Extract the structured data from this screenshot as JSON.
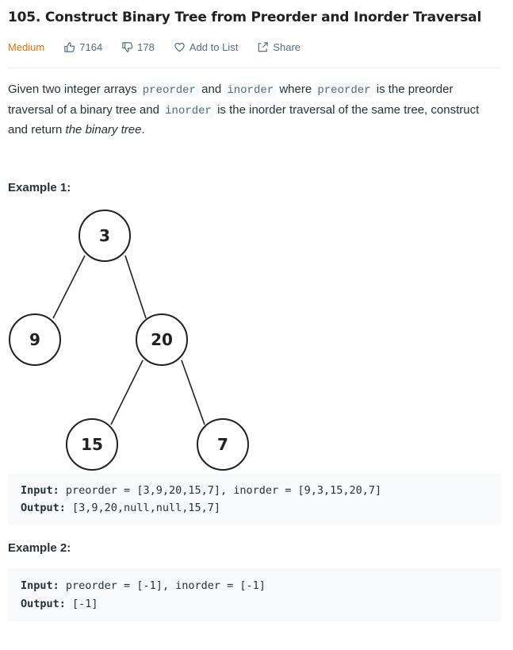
{
  "problem": {
    "title": "105. Construct Binary Tree from Preorder and Inorder Traversal",
    "difficulty": "Medium",
    "likes": "7164",
    "dislikes": "178",
    "add_to_list": "Add to List",
    "share": "Share"
  },
  "description": {
    "p1": "Given two integer arrays ",
    "code_preorder": "preorder",
    "p2": " and ",
    "code_inorder": "inorder",
    "p3": " where ",
    "code_preorder2": "preorder",
    "p4": " is the preorder traversal of a binary tree and ",
    "code_inorder2": "inorder",
    "p5": " is the inorder traversal of the same tree, construct and return ",
    "italic": "the binary tree",
    "p6": "."
  },
  "example1": {
    "heading": "Example 1:",
    "tree_nodes": [
      "3",
      "9",
      "20",
      "15",
      "7"
    ],
    "input_label": "Input:",
    "input_value": " preorder = [3,9,20,15,7], inorder = [9,3,15,20,7]",
    "output_label": "Output:",
    "output_value": " [3,9,20,null,null,15,7]"
  },
  "example2": {
    "heading": "Example 2:",
    "input_label": "Input:",
    "input_value": " preorder = [-1], inorder = [-1]",
    "output_label": "Output:",
    "output_value": " [-1]"
  },
  "colors": {
    "difficulty_medium": "#ef6c00",
    "meta_text": "#546e7a",
    "code_bg": "#f7f9fa"
  }
}
